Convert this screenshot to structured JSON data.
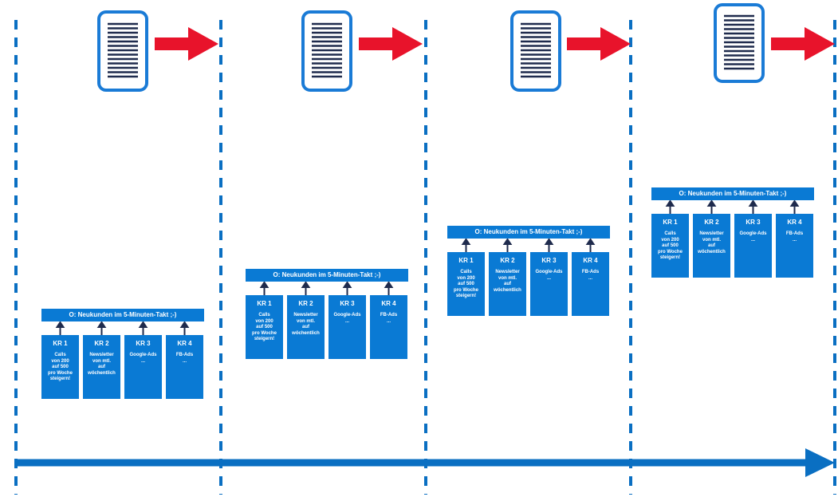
{
  "colors": {
    "primary": "#0a7ad4",
    "timeline": "#0a6fc2",
    "arrow": "#e8132b",
    "doc_border": "#1a7bd6",
    "doc_lines": "#1f2b4d"
  },
  "icons": {
    "document": "document-icon",
    "next": "right-arrow-icon"
  },
  "okr_blocks": [
    {
      "objective": "O: Neukunden im 5-Minuten-Takt ;-)",
      "key_results": [
        {
          "title": "KR 1",
          "text": "Calls\nvon 200\nauf 500\npro Woche\nsteigern!"
        },
        {
          "title": "KR 2",
          "text": "Newsletter\nvon mtl.\nauf\nwöchentlich"
        },
        {
          "title": "KR 3",
          "text": "Google-Ads\n..."
        },
        {
          "title": "KR 4",
          "text": "FB-Ads\n..."
        }
      ]
    },
    {
      "objective": "O: Neukunden im 5-Minuten-Takt ;-)",
      "key_results": [
        {
          "title": "KR 1",
          "text": "Calls\nvon 200\nauf 500\npro Woche\nsteigern!"
        },
        {
          "title": "KR 2",
          "text": "Newsletter\nvon mtl.\nauf\nwöchentlich"
        },
        {
          "title": "KR 3",
          "text": "Google-Ads\n..."
        },
        {
          "title": "KR 4",
          "text": "FB-Ads\n..."
        }
      ]
    },
    {
      "objective": "O: Neukunden im 5-Minuten-Takt ;-)",
      "key_results": [
        {
          "title": "KR 1",
          "text": "Calls\nvon 200\nauf 500\npro Woche\nsteigern!"
        },
        {
          "title": "KR 2",
          "text": "Newsletter\nvon mtl.\nauf\nwöchentlich"
        },
        {
          "title": "KR 3",
          "text": "Google-Ads\n..."
        },
        {
          "title": "KR 4",
          "text": "FB-Ads\n..."
        }
      ]
    },
    {
      "objective": "O: Neukunden im 5-Minuten-Takt ;-)",
      "key_results": [
        {
          "title": "KR 1",
          "text": "Calls\nvon 200\nauf 500\npro Woche\nsteigern!"
        },
        {
          "title": "KR 2",
          "text": "Newsletter\nvon mtl.\nauf\nwöchentlich"
        },
        {
          "title": "KR 3",
          "text": "Google-Ads\n..."
        },
        {
          "title": "KR 4",
          "text": "FB-Ads\n..."
        }
      ]
    }
  ]
}
